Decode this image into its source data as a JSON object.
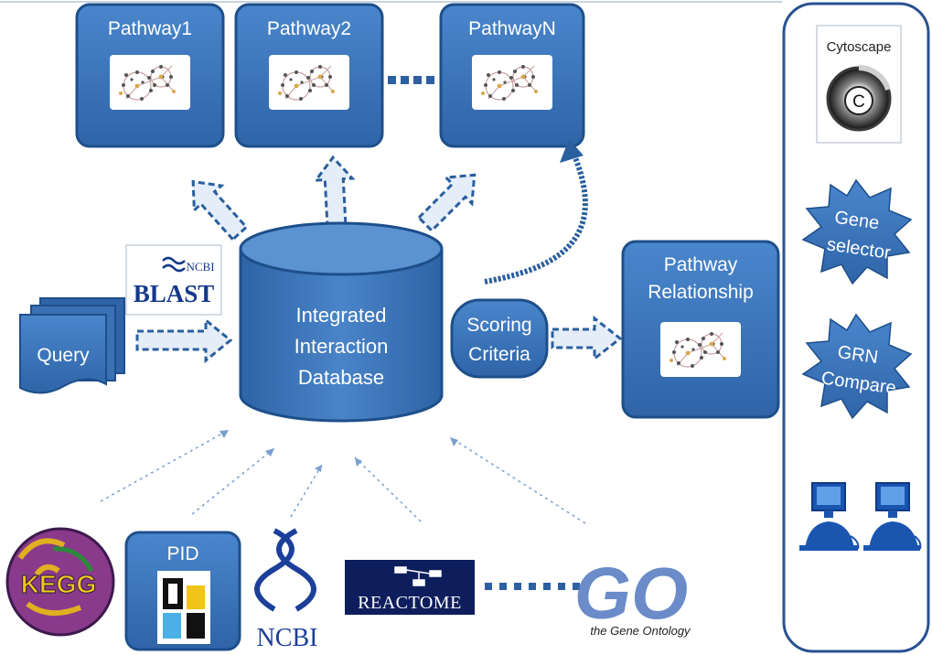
{
  "pathways": [
    {
      "label": "Pathway1"
    },
    {
      "label": "Pathway2"
    },
    {
      "label": "PathwayN"
    }
  ],
  "query": {
    "label": "Query"
  },
  "blast": {
    "ncbi": "NCBI",
    "blast": "BLAST"
  },
  "database": {
    "line1": "Integrated",
    "line2": "Interaction",
    "line3": "Database"
  },
  "scoring": {
    "line1": "Scoring",
    "line2": "Criteria"
  },
  "relationship": {
    "line1": "Pathway",
    "line2": "Relationship"
  },
  "tools": {
    "cytoscape": "Cytoscape",
    "cytoscape_letter": "C",
    "gene_selector": {
      "line1": "Gene",
      "line2": "selector"
    },
    "grn_compare": {
      "line1": "GRN",
      "line2": "Compare"
    }
  },
  "sources": {
    "kegg": "KEGG",
    "pid": "PID",
    "ncbi": "NCBI",
    "reactome": "REACTOME",
    "go": "GO",
    "go_caption": "the Gene Ontology"
  },
  "colors": {
    "box_fill": "#3c74b8",
    "box_stroke": "#1d4f8a",
    "arrow_fill": "#e4edf8",
    "arrow_stroke": "#2a5f9e",
    "panel_stroke": "#2a5290",
    "dark_navy": "#0e1e5c"
  }
}
